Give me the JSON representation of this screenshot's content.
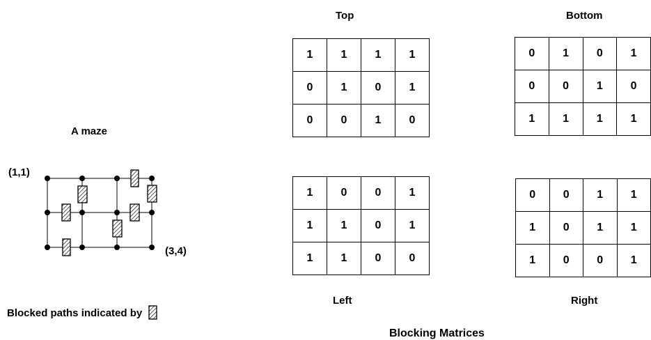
{
  "maze": {
    "title": "A maze",
    "start_label": "(1,1)",
    "end_label": "(3,4)",
    "legend_text": "Blocked paths indicated by",
    "legend_icon": "hatched-block-icon"
  },
  "matrices": {
    "caption": "Blocking Matrices",
    "top": {
      "label": "Top",
      "rows": [
        [
          "1",
          "1",
          "1",
          "1"
        ],
        [
          "0",
          "1",
          "0",
          "1"
        ],
        [
          "0",
          "0",
          "1",
          "0"
        ]
      ]
    },
    "bottom": {
      "label": "Bottom",
      "rows": [
        [
          "0",
          "1",
          "0",
          "1"
        ],
        [
          "0",
          "0",
          "1",
          "0"
        ],
        [
          "1",
          "1",
          "1",
          "1"
        ]
      ]
    },
    "left": {
      "label": "Left",
      "rows": [
        [
          "1",
          "0",
          "0",
          "1"
        ],
        [
          "1",
          "1",
          "0",
          "1"
        ],
        [
          "1",
          "1",
          "0",
          "0"
        ]
      ]
    },
    "right": {
      "label": "Right",
      "rows": [
        [
          "0",
          "0",
          "1",
          "1"
        ],
        [
          "1",
          "0",
          "1",
          "1"
        ],
        [
          "1",
          "0",
          "0",
          "1"
        ]
      ]
    }
  }
}
